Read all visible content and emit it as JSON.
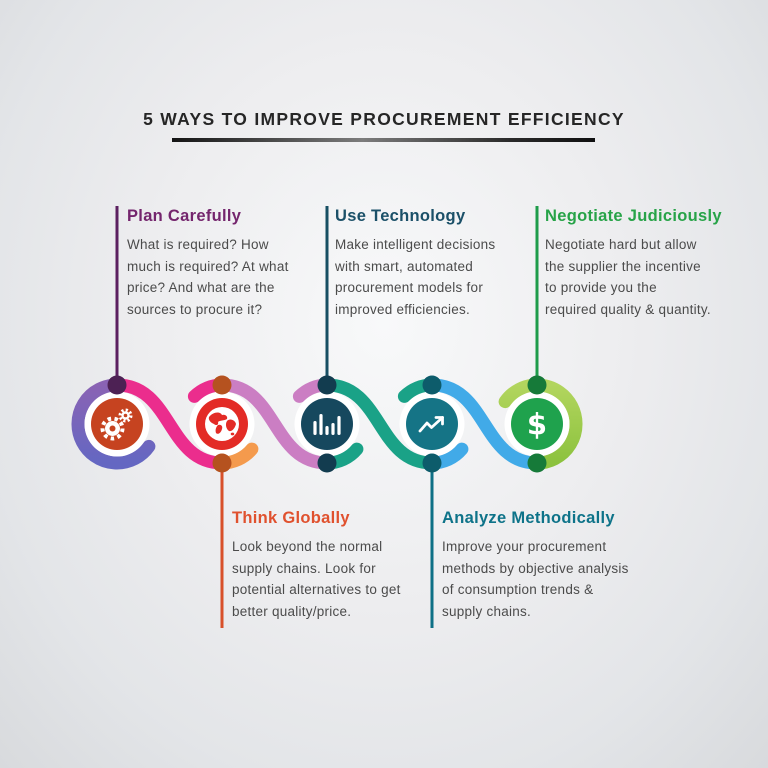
{
  "header": {
    "title": "5 WAYS TO IMPROVE PROCUREMENT EFFICIENCY",
    "underline_color": "#1c1c1c"
  },
  "text": {
    "body_color": "#4b4b4b"
  },
  "items": [
    {
      "title": "Plan Carefully",
      "body": "What is required? How\nmuch is required? At what\nprice? And what are the\nsources to procure it?",
      "title_color": "#74256d",
      "line_color": "#5b2060",
      "dot_color": "#4d2154",
      "icon": "gear-icon",
      "icon_bg": "#c64320",
      "position": "top"
    },
    {
      "title": "Think Globally",
      "body": "Look beyond the normal\nsupply chains. Look for\npotential alternatives to get\nbetter quality/price.",
      "title_color": "#e0512e",
      "line_color": "#d8502a",
      "dot_color": "#b5521f",
      "icon": "globe-icon",
      "icon_bg": "#e32b26",
      "position": "bottom"
    },
    {
      "title": "Use Technology",
      "body": "Make intelligent decisions\nwith smart, automated\nprocurement models for\nimproved efficiencies.",
      "title_color": "#1b5068",
      "line_color": "#174f63",
      "dot_color": "#123c4f",
      "icon": "bar-chart-icon",
      "icon_bg": "#16485e",
      "position": "top"
    },
    {
      "title": "Analyze Methodically",
      "body": "Improve your procurement\nmethods by objective analysis\nof consumption trends &\nsupply chains.",
      "title_color": "#0e7389",
      "line_color": "#0e7086",
      "dot_color": "#0d5c6b",
      "icon": "trend-up-icon",
      "icon_bg": "#157486",
      "position": "bottom"
    },
    {
      "title": "Negotiate Judiciously",
      "body": "Negotiate hard but allow\nthe supplier the incentive\nto provide you the\nrequired quality & quantity.",
      "title_color": "#27a348",
      "line_color": "#1e9c4a",
      "dot_color": "#167a39",
      "icon": "dollar-icon",
      "icon_bg": "#1fa24d",
      "position": "top"
    }
  ],
  "ribbons": {
    "start_ring_top": "#8a63b4",
    "start_ring_bottom": "#6467c2",
    "link_1_2": "#eb2d8d",
    "link_2_3": "#cb7ec3",
    "link_3_4": "#1aa287",
    "link_4_5": "#41aae8",
    "end_ring_top": "#b2d55e",
    "end_ring_bottom": "#8cc23e",
    "tail_orange": "#f49a4d"
  },
  "icons": {
    "dollar_glyph": "$"
  }
}
